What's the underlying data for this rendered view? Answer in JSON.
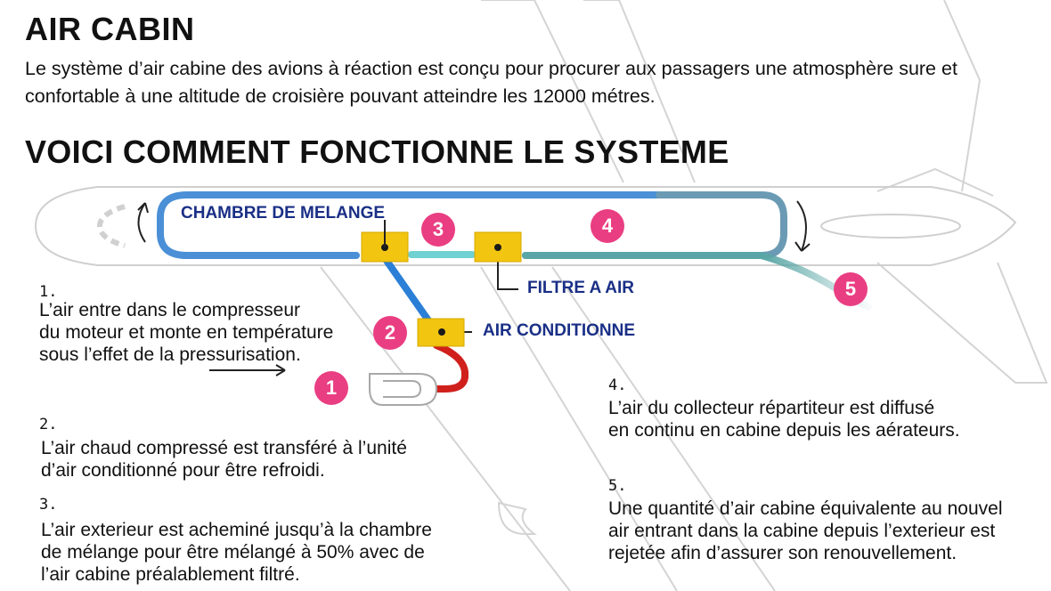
{
  "title": "AIR CABIN",
  "intro": "Le système d’air cabine des avions à réaction est conçu pour procurer aux passagers  une atmosphère sure et confortable à une altitude de croisière pouvant atteindre les 12000 métres.",
  "subtitle": "VOICI COMMENT FONCTIONNE LE SYSTEME",
  "labels": {
    "mixing_chamber": "CHAMBRE DE MELANGE",
    "air_filter": "FILTRE A AIR",
    "air_conditioning": "AIR CONDITIONNE"
  },
  "badges": [
    "1",
    "2",
    "3",
    "4",
    "5"
  ],
  "steps": [
    {
      "num": "1.",
      "lines": [
        "L’air entre dans le compresseur",
        "du moteur et monte en température",
        "sous l’effet de la pressurisation."
      ]
    },
    {
      "num": "2.",
      "lines": [
        "L’air chaud  compressé est transféré à l’unité",
        "d’air conditionné pour être refroidi."
      ]
    },
    {
      "num": "3.",
      "lines": [
        "L’air exterieur est acheminé jusqu’à la chambre",
        "de mélange pour être mélangé à 50% avec de",
        "l’air cabine préalablement filtré."
      ]
    },
    {
      "num": "4.",
      "lines": [
        "L’air du collecteur répartiteur est diffusé",
        "en continu en cabine depuis les aérateurs."
      ]
    },
    {
      "num": "5.",
      "lines": [
        "Une quantité d’air cabine équivalente au nouvel",
        "air entrant dans la cabine depuis l’exterieur est",
        "rejetée afin d’assurer son renouvellement."
      ]
    }
  ],
  "colors": {
    "duct_blue": "#4b8fd6",
    "duct_teal": "#5aa6a6",
    "hot_red": "#d0201c",
    "unit_yellow": "#f2c511",
    "badge_pink": "#ea3e82",
    "label_navy": "#1a2f86"
  }
}
